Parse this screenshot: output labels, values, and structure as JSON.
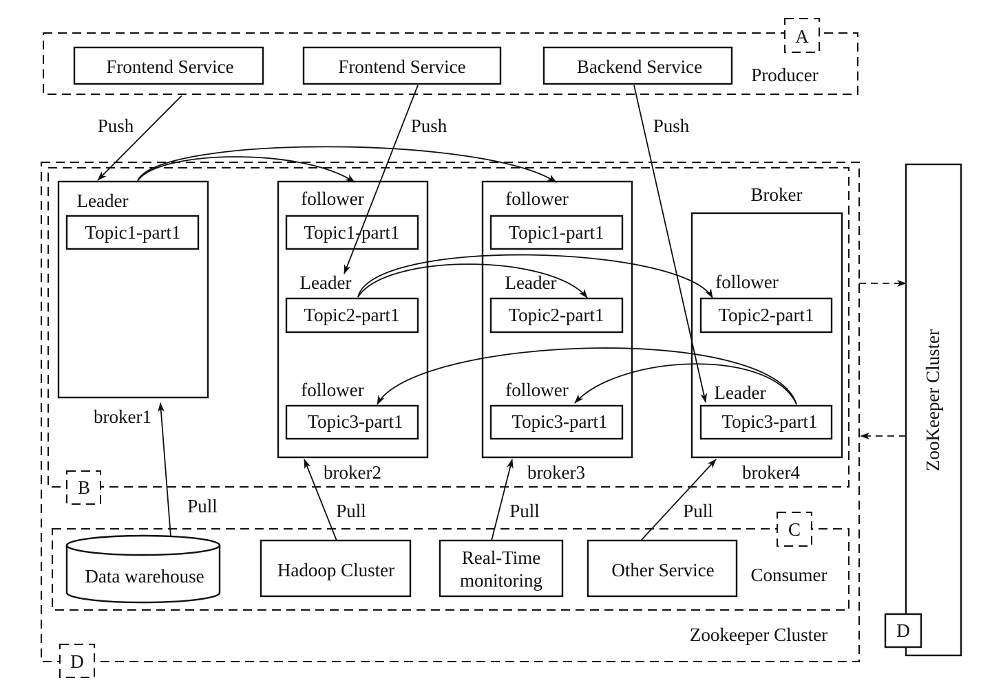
{
  "producer": {
    "tag": "A",
    "label": "Producer",
    "services": [
      "Frontend Service",
      "Frontend Service",
      "Backend Service"
    ],
    "push_labels": [
      "Push",
      "Push",
      "Push"
    ]
  },
  "broker_group": {
    "tag": "B",
    "label": "Broker",
    "brokers": [
      {
        "name": "broker1",
        "partitions": [
          {
            "role": "Leader",
            "topic": "Topic1-part1"
          }
        ]
      },
      {
        "name": "broker2",
        "partitions": [
          {
            "role": "follower",
            "topic": "Topic1-part1"
          },
          {
            "role": "Leader",
            "topic": "Topic2-part1"
          },
          {
            "role": "follower",
            "topic": "Topic3-part1"
          }
        ]
      },
      {
        "name": "broker3",
        "partitions": [
          {
            "role": "follower",
            "topic": "Topic1-part1"
          },
          {
            "role": "Leader",
            "topic": "Topic2-part1"
          },
          {
            "role": "follower",
            "topic": "Topic3-part1"
          }
        ]
      },
      {
        "name": "broker4",
        "partitions": [
          {
            "role": "follower",
            "topic": "Topic2-part1"
          },
          {
            "role": "Leader",
            "topic": "Topic3-part1"
          }
        ]
      }
    ]
  },
  "consumer": {
    "tag": "C",
    "label": "Consumer",
    "pull_labels": [
      "Pull",
      "Pull",
      "Pull",
      "Pull"
    ],
    "data_warehouse": "Data warehouse",
    "hadoop_cluster": "Hadoop Cluster",
    "real_time_monitoring": [
      "Real-Time",
      "monitoring"
    ],
    "other_service": "Other Service"
  },
  "zookeeper": {
    "tag": "D",
    "label": "Zookeeper Cluster",
    "side_panel_label": "ZooKeeper Cluster",
    "side_panel_tag": "D"
  }
}
